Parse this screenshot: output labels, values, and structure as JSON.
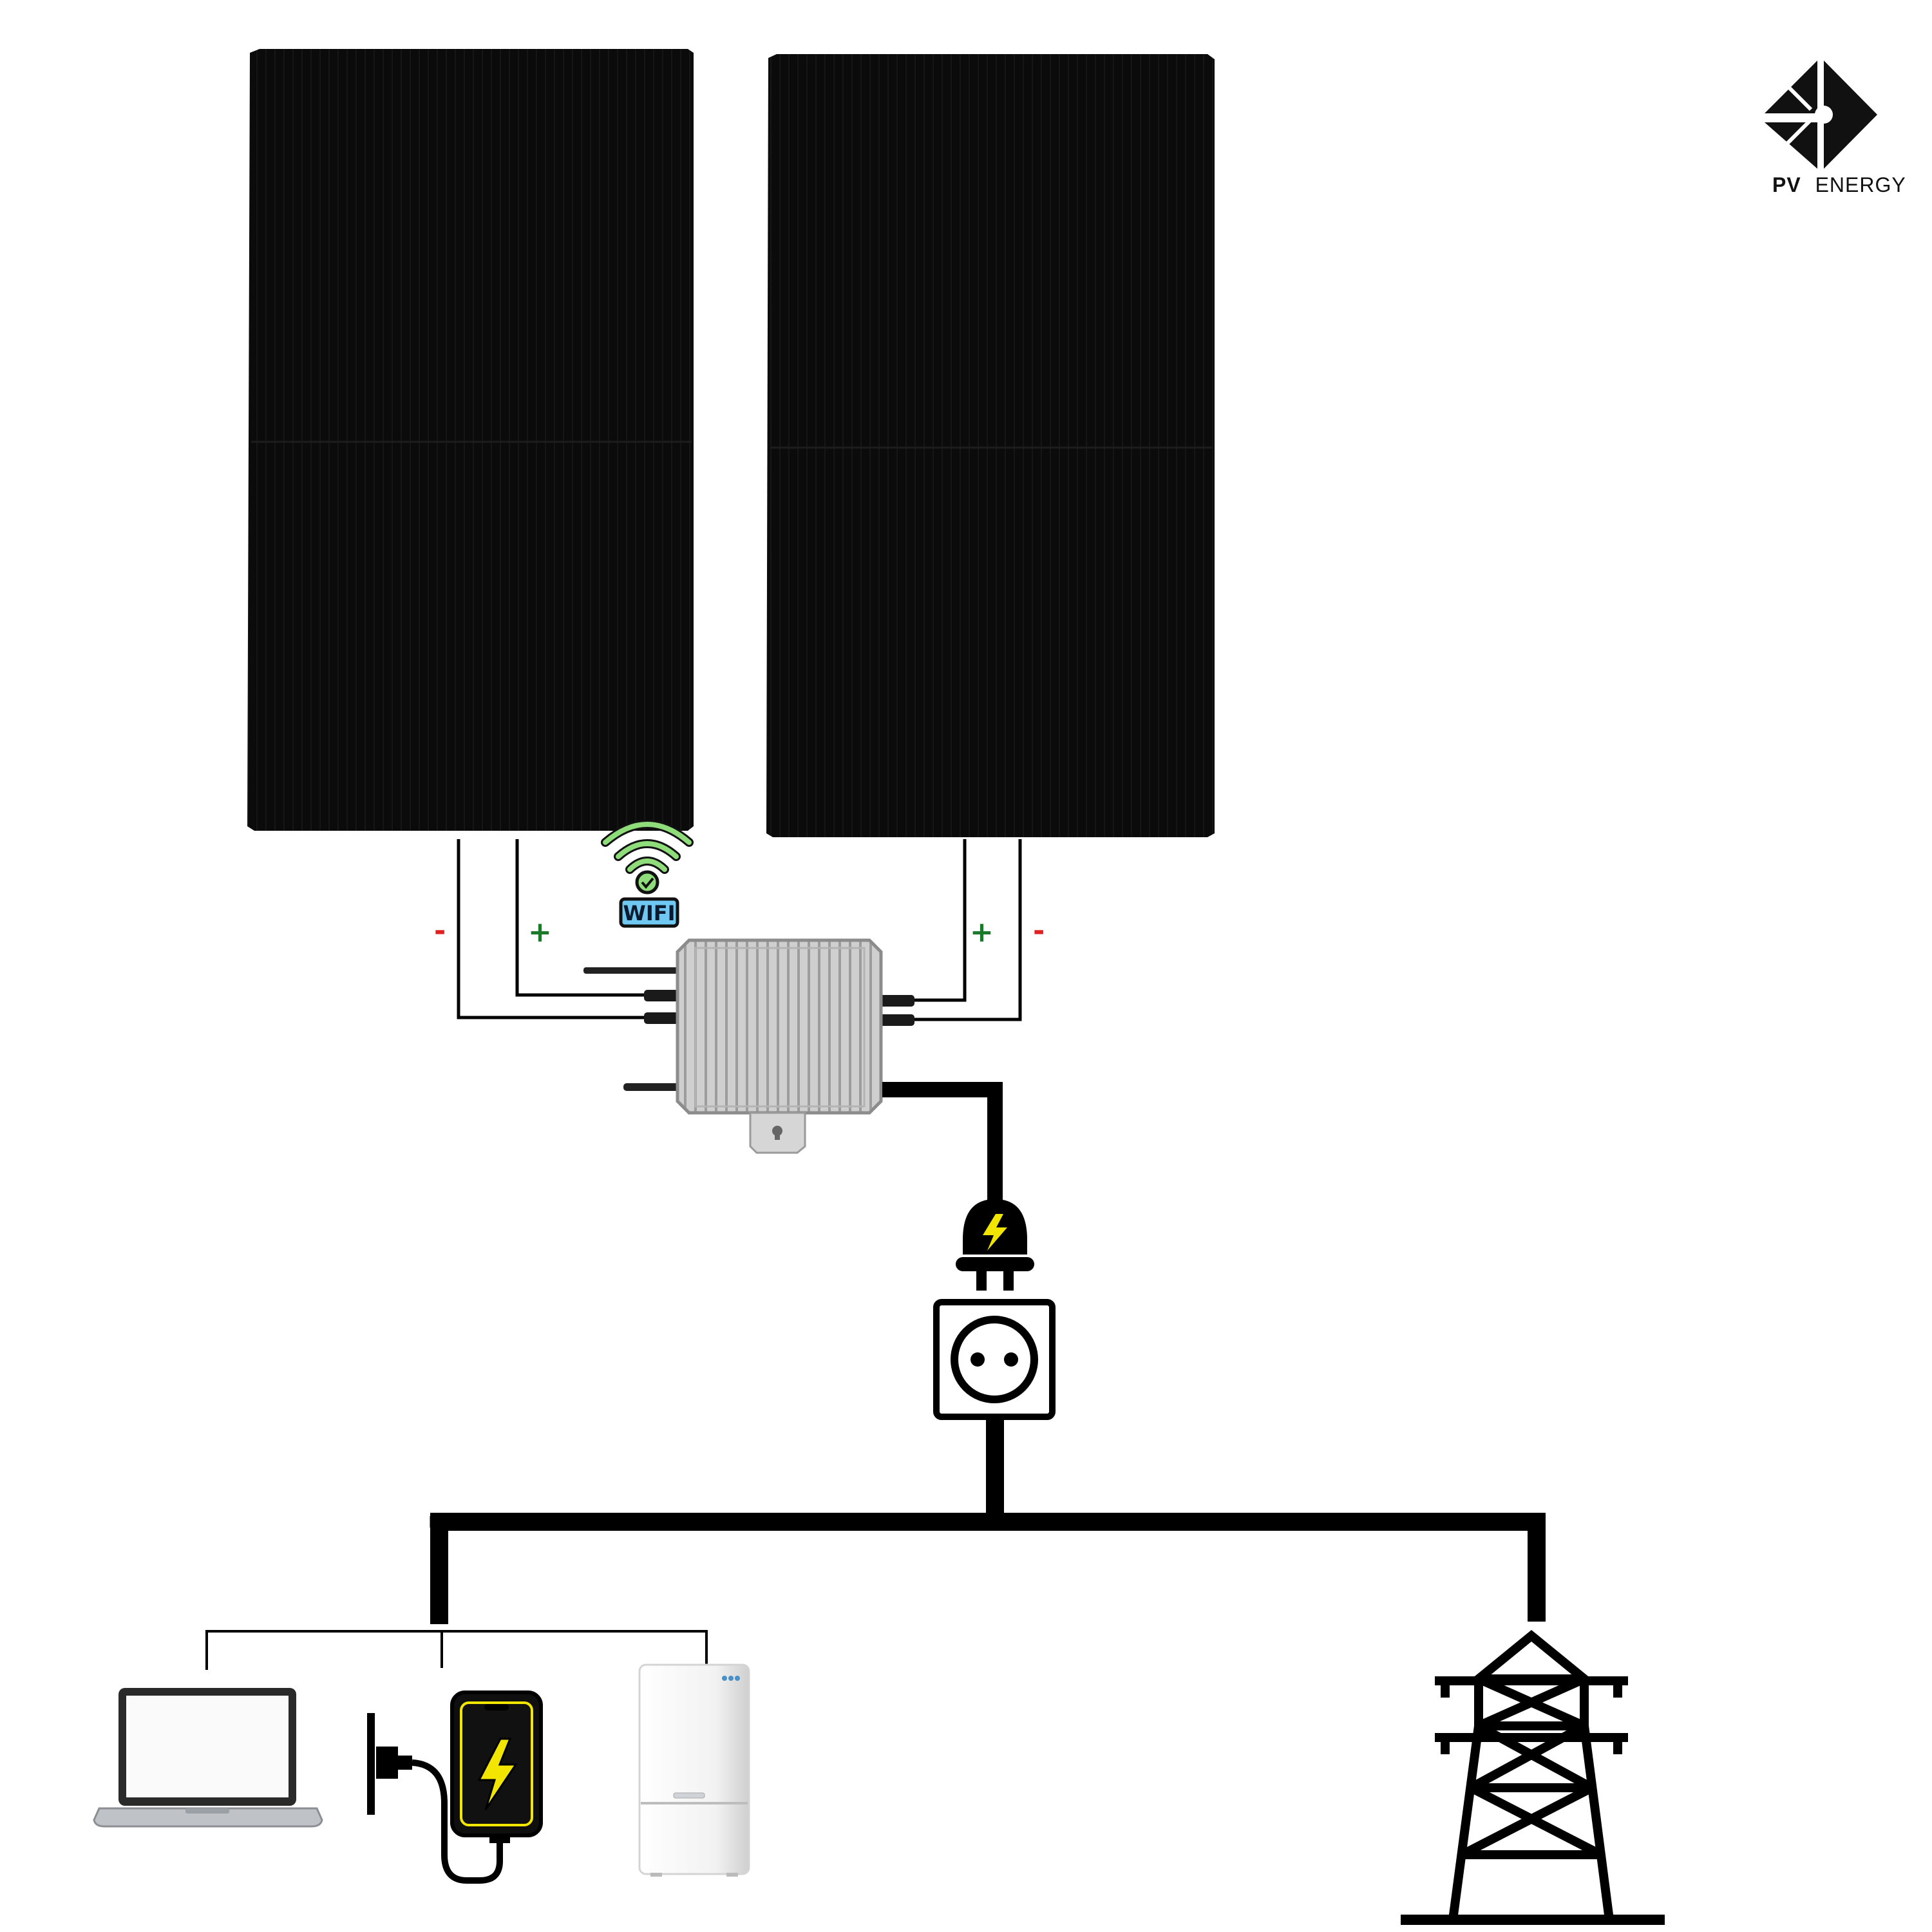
{
  "brand": {
    "name_bold": "PV",
    "name_rest": "ENERGY",
    "logo_icon": "pv-energy-logo"
  },
  "polarity": {
    "left_negative": "-",
    "left_positive": "+",
    "right_positive": "+",
    "right_negative": "-"
  },
  "wifi": {
    "label": "WIFI",
    "icon": "wifi-check-icon",
    "signal_color": "#8fdc7a",
    "badge_color": "#6ec8f2"
  },
  "colors": {
    "panel": "#0b0b0b",
    "wire": "#000000",
    "negative": "#e02020",
    "positive": "#1a7a2a",
    "bolt": "#f2e600",
    "inverter": "#c9c9c9"
  },
  "components": {
    "panels": [
      "solar-panel-left",
      "solar-panel-right"
    ],
    "inverter": "micro-inverter",
    "plug": "plug-icon",
    "socket": "socket-icon",
    "loads": [
      "laptop-icon",
      "phone-charging-icon",
      "fridge-icon"
    ],
    "grid": "power-pylon-icon"
  }
}
